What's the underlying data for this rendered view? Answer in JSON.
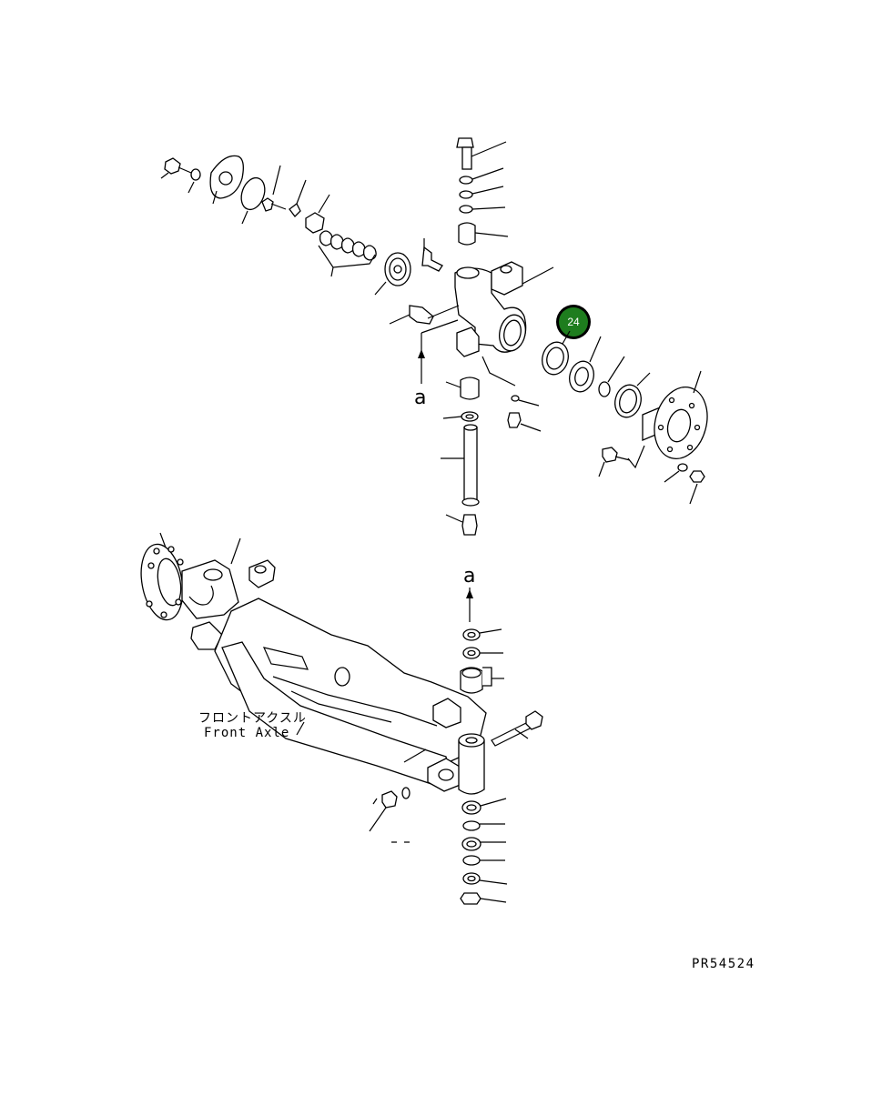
{
  "diagram": {
    "callout": {
      "number": "24",
      "fill": "#1e7d1e",
      "ring": "#000000"
    },
    "arrow_label_top": "a",
    "arrow_label_bottom": "a",
    "assembly_label_jp": "フロントアクスル",
    "assembly_label_en": "Front Axle",
    "drawing_code": "PR54524"
  }
}
